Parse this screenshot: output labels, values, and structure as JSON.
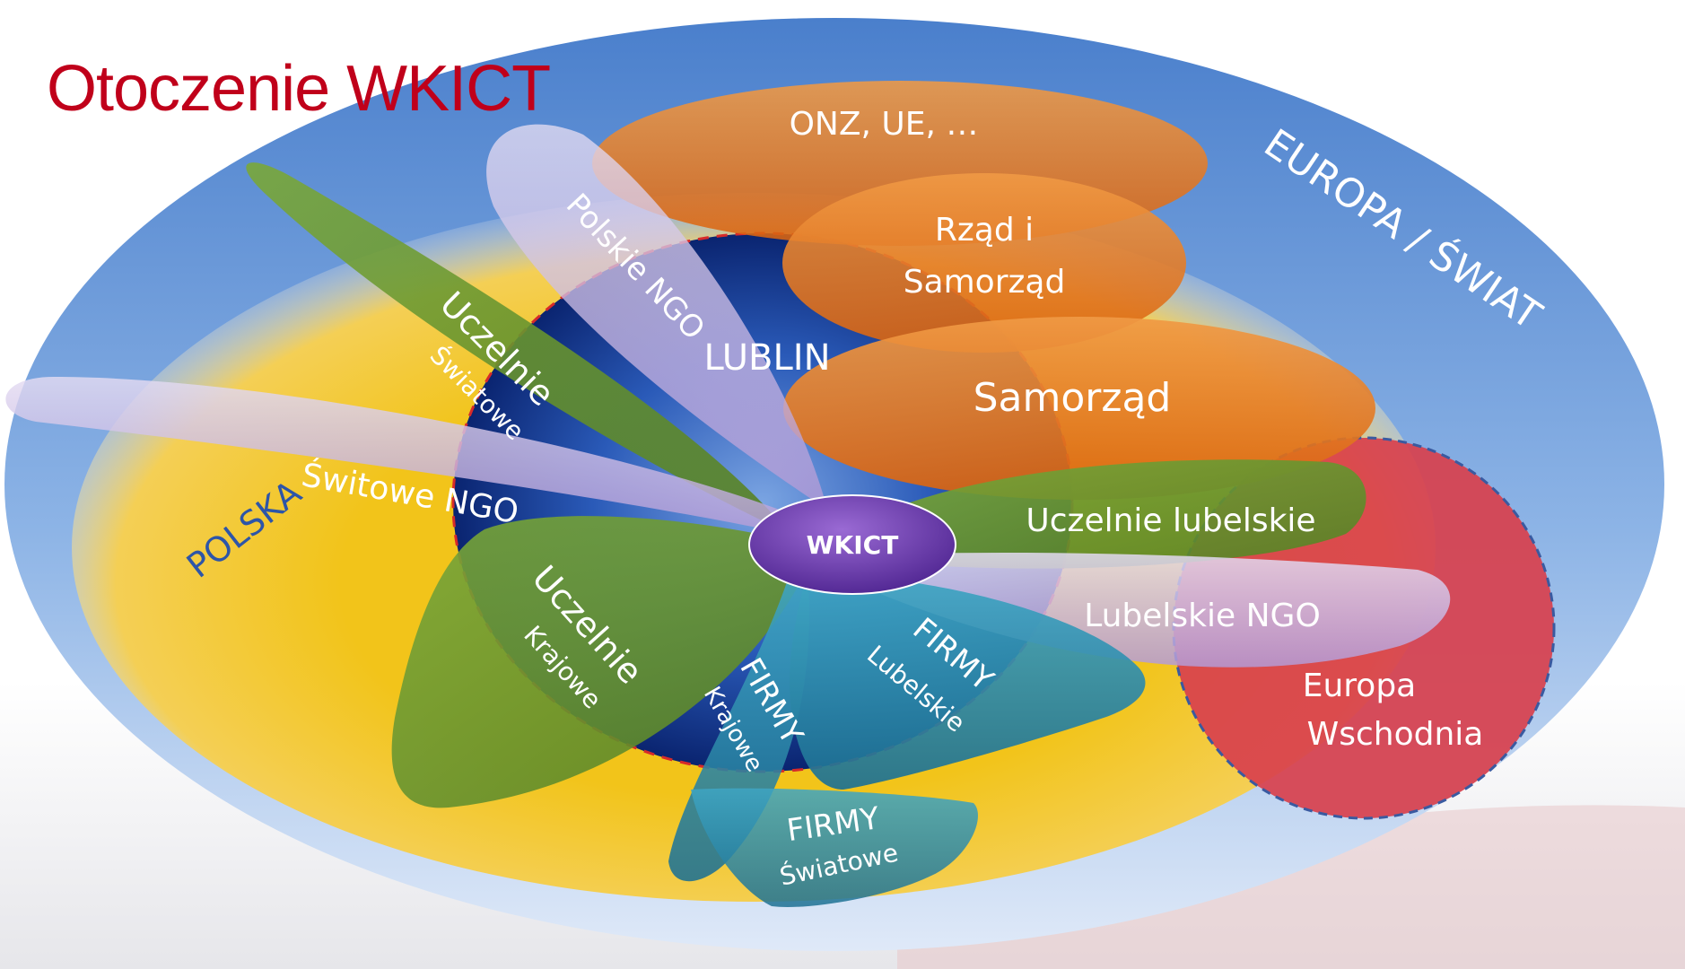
{
  "title": "Otoczenie WKICT",
  "colors": {
    "title": "#c0001a",
    "world": "#5a8fd4",
    "poland": "#efc020",
    "lublin": "#1a3b8a",
    "orange": "#e8721a",
    "green": "#6b9a2e",
    "lilac": "#c8b4e0",
    "teal": "#2a8fb0",
    "red": "#d93a4a",
    "center": "#6a3aa8"
  },
  "regions": {
    "world": "EUROPA  /  ŚWIAT",
    "poland": "POLSKA",
    "lublin": "LUBLIN",
    "east": {
      "line1": "Europa",
      "line2": "Wschodnia"
    }
  },
  "center": "WKICT",
  "petals": {
    "onz": "ONZ, UE, …",
    "rzad": {
      "line1": "Rząd i",
      "line2": "Samorząd"
    },
    "samorzad": "Samorząd",
    "uczelnie_lubelskie": "Uczelnie lubelskie",
    "lubelskie_ngo": "Lubelskie NGO",
    "polskie_ngo": "Polskie NGO",
    "uczelnie_swiatowe": {
      "line1": "Uczelnie",
      "line2": "Światowe"
    },
    "switowe_ngo": "Świtowe NGO",
    "uczelnie_krajowe": {
      "line1": "Uczelnie",
      "line2": "Krajowe"
    },
    "firmy_krajowe": {
      "line1": "FIRMY",
      "line2": "Krajowe"
    },
    "firmy_lubelskie": {
      "line1": "FIRMY",
      "line2": "Lubelskie"
    },
    "firmy_swiatowe": {
      "line1": "FIRMY",
      "line2": "Światowe"
    }
  }
}
